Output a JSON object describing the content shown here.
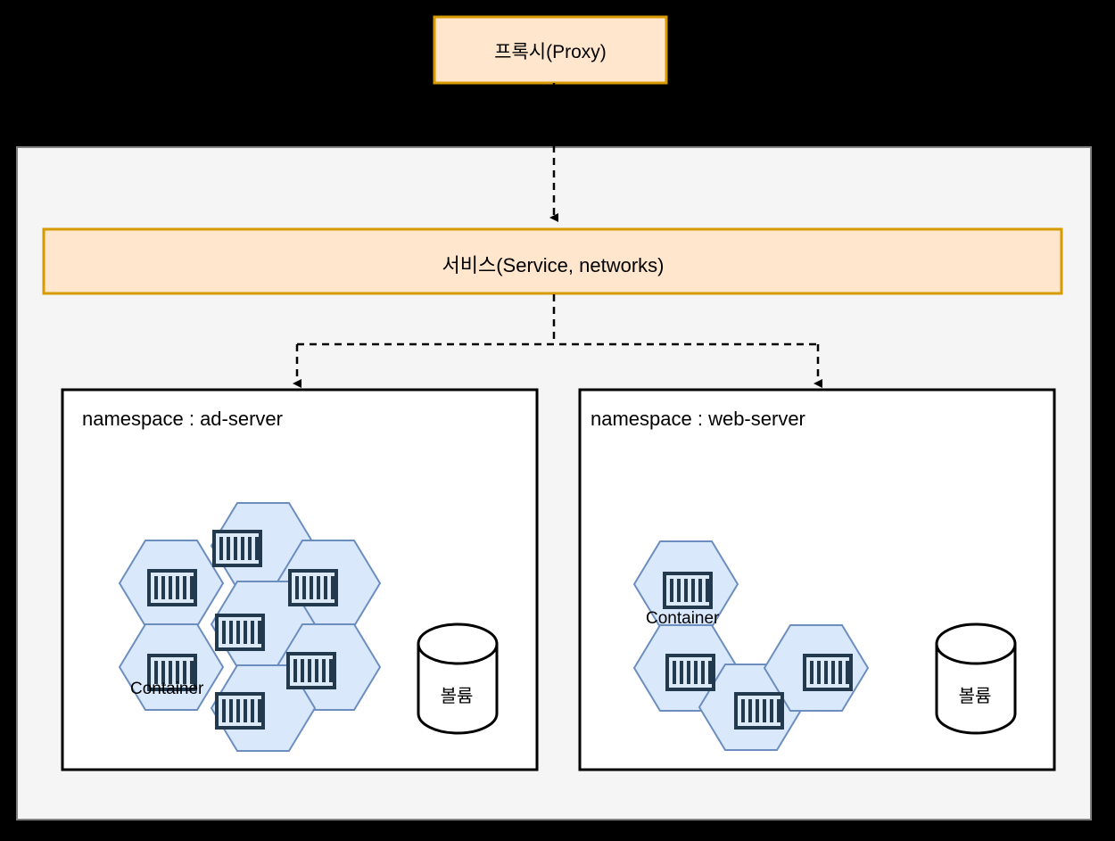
{
  "diagram": {
    "title": "Container orchestration namespace diagram",
    "background_color": "#000000",
    "panel_color": "#f5f5f5",
    "accent_orange_fill": "#ffe6cc",
    "accent_orange_stroke": "#d79b00",
    "hex_fill": "#dae8fc",
    "hex_stroke": "#6c8ebf",
    "box_stroke": "#000000"
  },
  "proxy": {
    "label": "프록시(Proxy)"
  },
  "service": {
    "label": "서비스(Service, networks)"
  },
  "namespaces": [
    {
      "id": "ad-server",
      "label": "namespace : ad-server",
      "container_label": "Container",
      "container_count": 7,
      "volume_label": "볼륨"
    },
    {
      "id": "web-server",
      "label": "namespace : web-server",
      "container_label": "Container",
      "container_count": 4,
      "volume_label": "볼륨"
    }
  ],
  "icons": {
    "container": "container-icon",
    "volume": "cylinder-icon",
    "arrow": "arrow-down-icon"
  }
}
